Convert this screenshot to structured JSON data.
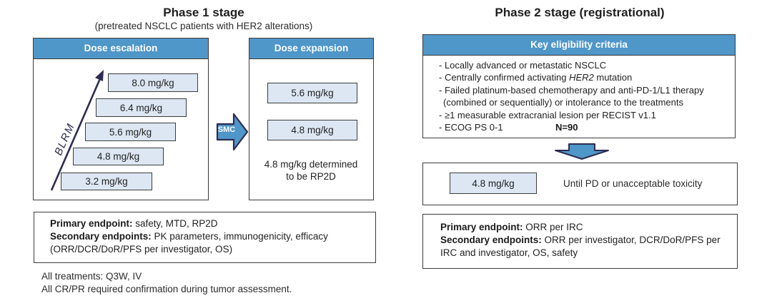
{
  "colors": {
    "header_blue": "#4F96C9",
    "dose_fill": "#DCE7F3",
    "border_dark": "#3B3B3B",
    "arrow_navy": "#2E2C50"
  },
  "phase1": {
    "title": "Phase 1 stage",
    "subtitle": "(pretreated NSCLC patients with HER2 alterations)",
    "escalation": {
      "header": "Dose escalation",
      "arrow_label": "BLRM",
      "doses": [
        "8.0 mg/kg",
        "6.4 mg/kg",
        "5.6 mg/kg",
        "4.8 mg/kg",
        "3.2 mg/kg"
      ]
    },
    "smc_label": "SMC",
    "expansion": {
      "header": "Dose expansion",
      "doses": [
        "5.6 mg/kg",
        "4.8 mg/kg"
      ],
      "note_line1": "4.8 mg/kg determined",
      "note_line2": "to be RP2D"
    },
    "endpoints": {
      "primary_label": "Primary endpoint:",
      "primary_text": " safety, MTD, RP2D",
      "secondary_label": "Secondary endpoints:",
      "secondary_text": " PK parameters, immunogenicity, efficacy",
      "secondary_text2": "(ORR/DCR/DoR/PFS per investigator, OS)"
    },
    "footnote1": "All treatments: Q3W, IV",
    "footnote2": "All CR/PR required confirmation during tumor assessment."
  },
  "phase2": {
    "title": "Phase 2 stage (registrational)",
    "eligibility": {
      "header": "Key eligibility criteria",
      "item1": "- Locally advanced or metastatic NSCLC",
      "item2_pre": "- Centrally confirmed activating ",
      "item2_italic": "HER2",
      "item2_post": " mutation",
      "item3": "- Failed platinum-based chemotherapy and anti-PD-1/L1 therapy",
      "item3_cont": "(combined or sequentially) or intolerance to the treatments",
      "item4": "- ≥1 measurable extracranial lesion per RECIST v1.1",
      "item5": "- ECOG PS 0-1",
      "n_label": "N=90"
    },
    "treatment": {
      "dose": "4.8 mg/kg",
      "duration": "Until PD or unacceptable toxicity"
    },
    "endpoints": {
      "primary_label": "Primary endpoint:",
      "primary_text": " ORR per IRC",
      "secondary_label": "Secondary endpoints:",
      "secondary_text": " ORR per investigator, DCR/DoR/PFS per",
      "secondary_text2": "IRC and investigator, OS, safety"
    }
  }
}
